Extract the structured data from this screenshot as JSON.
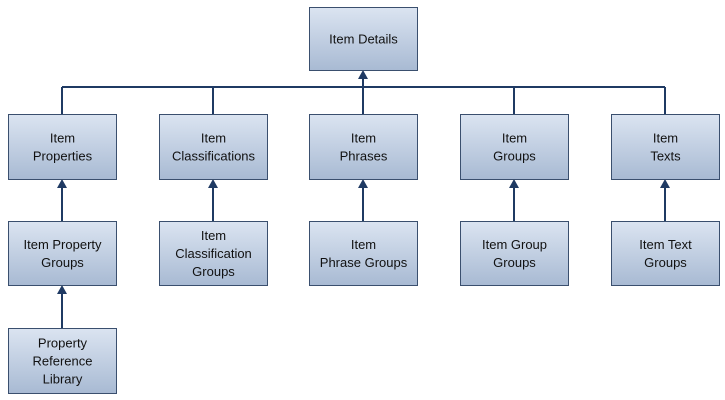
{
  "colors": {
    "node_fill_top": "#dbe4f1",
    "node_fill_bottom": "#a8bad3",
    "node_border": "#3a4f6e",
    "connector": "#1f3a63",
    "background": "#ffffff"
  },
  "nodes": [
    {
      "id": "item-details",
      "lines": [
        "Item Details"
      ]
    },
    {
      "id": "item-properties",
      "lines": [
        "Item",
        "Properties"
      ]
    },
    {
      "id": "item-classifications",
      "lines": [
        "Item",
        "Classifications"
      ]
    },
    {
      "id": "item-phrases",
      "lines": [
        "Item",
        "Phrases"
      ]
    },
    {
      "id": "item-groups",
      "lines": [
        "Item",
        "Groups"
      ]
    },
    {
      "id": "item-texts",
      "lines": [
        "Item",
        "Texts"
      ]
    },
    {
      "id": "item-property-groups",
      "lines": [
        "Item Property",
        "Groups"
      ]
    },
    {
      "id": "item-classification-groups",
      "lines": [
        "Item",
        "Classification",
        "Groups"
      ]
    },
    {
      "id": "item-phrase-groups",
      "lines": [
        "Item",
        "Phrase Groups"
      ]
    },
    {
      "id": "item-group-groups",
      "lines": [
        "Item Group",
        "Groups"
      ]
    },
    {
      "id": "item-text-groups",
      "lines": [
        "Item Text",
        "Groups"
      ]
    },
    {
      "id": "property-reference-library",
      "lines": [
        "Property",
        "Reference",
        "Library"
      ]
    }
  ],
  "edges": [
    {
      "from": "item-properties",
      "to": "item-details"
    },
    {
      "from": "item-classifications",
      "to": "item-details"
    },
    {
      "from": "item-phrases",
      "to": "item-details"
    },
    {
      "from": "item-groups",
      "to": "item-details"
    },
    {
      "from": "item-texts",
      "to": "item-details"
    },
    {
      "from": "item-property-groups",
      "to": "item-properties"
    },
    {
      "from": "item-classification-groups",
      "to": "item-classifications"
    },
    {
      "from": "item-phrase-groups",
      "to": "item-phrases"
    },
    {
      "from": "item-group-groups",
      "to": "item-groups"
    },
    {
      "from": "item-text-groups",
      "to": "item-texts"
    },
    {
      "from": "property-reference-library",
      "to": "item-property-groups"
    }
  ]
}
